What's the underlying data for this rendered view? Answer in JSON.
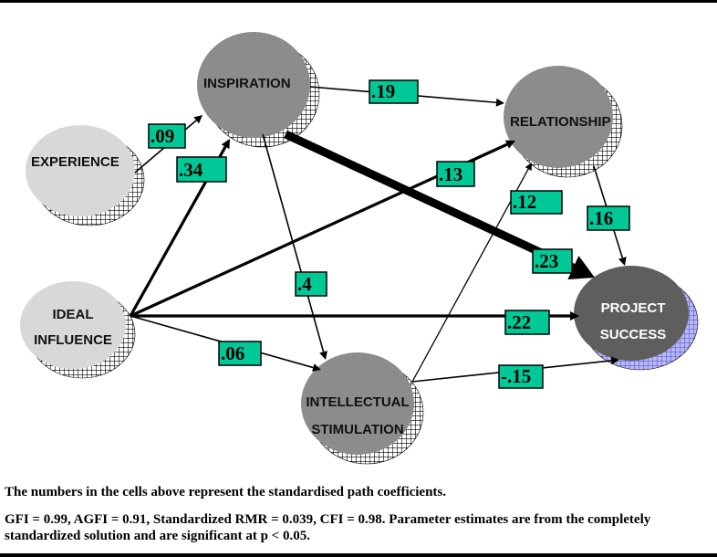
{
  "nodes": {
    "experience": {
      "lines": [
        "EXPERIENCE"
      ]
    },
    "inspiration": {
      "lines": [
        "INSPIRATION"
      ]
    },
    "relationship": {
      "lines": [
        "RELATIONSHIP"
      ]
    },
    "ideal_influence": {
      "lines": [
        "IDEAL",
        "INFLUENCE"
      ]
    },
    "intellectual_stimulation": {
      "lines": [
        "INTELLECTUAL",
        "STIMULATION"
      ]
    },
    "project_success": {
      "lines": [
        "PROJECT",
        "SUCCESS"
      ]
    }
  },
  "paths": [
    {
      "from": "experience",
      "to": "inspiration",
      "coefficient": ".09"
    },
    {
      "from": "ideal_influence",
      "to": "inspiration",
      "coefficient": ".34"
    },
    {
      "from": "inspiration",
      "to": "relationship",
      "coefficient": ".19"
    },
    {
      "from": "ideal_influence",
      "to": "relationship",
      "coefficient": ".13"
    },
    {
      "from": "intellectual_stimulation",
      "to": "relationship",
      "coefficient": ".12"
    },
    {
      "from": "relationship",
      "to": "project_success",
      "coefficient": ".16"
    },
    {
      "from": "inspiration",
      "to": "project_success",
      "coefficient": ".23"
    },
    {
      "from": "inspiration",
      "to": "intellectual_stimulation",
      "coefficient": ".4"
    },
    {
      "from": "ideal_influence",
      "to": "project_success",
      "coefficient": ".22"
    },
    {
      "from": "ideal_influence",
      "to": "intellectual_stimulation",
      "coefficient": ".06"
    },
    {
      "from": "intellectual_stimulation",
      "to": "project_success",
      "coefficient": "-.15"
    }
  ],
  "colors": {
    "coefficient_box": "#00c896",
    "node_light": "#d8d8d8",
    "node_mid": "#8c8c8c",
    "node_dark": "#5e5e5e",
    "outcome_shadow": "#8f8fe6"
  },
  "caption": {
    "line1": "The numbers in the cells above represent the standardised path coefficients.",
    "line2": "GFI = 0.99, AGFI = 0.91, Standardized RMR = 0.039, CFI = 0.98. Parameter estimates are from the completely standardized solution and are significant at p < 0.05."
  }
}
